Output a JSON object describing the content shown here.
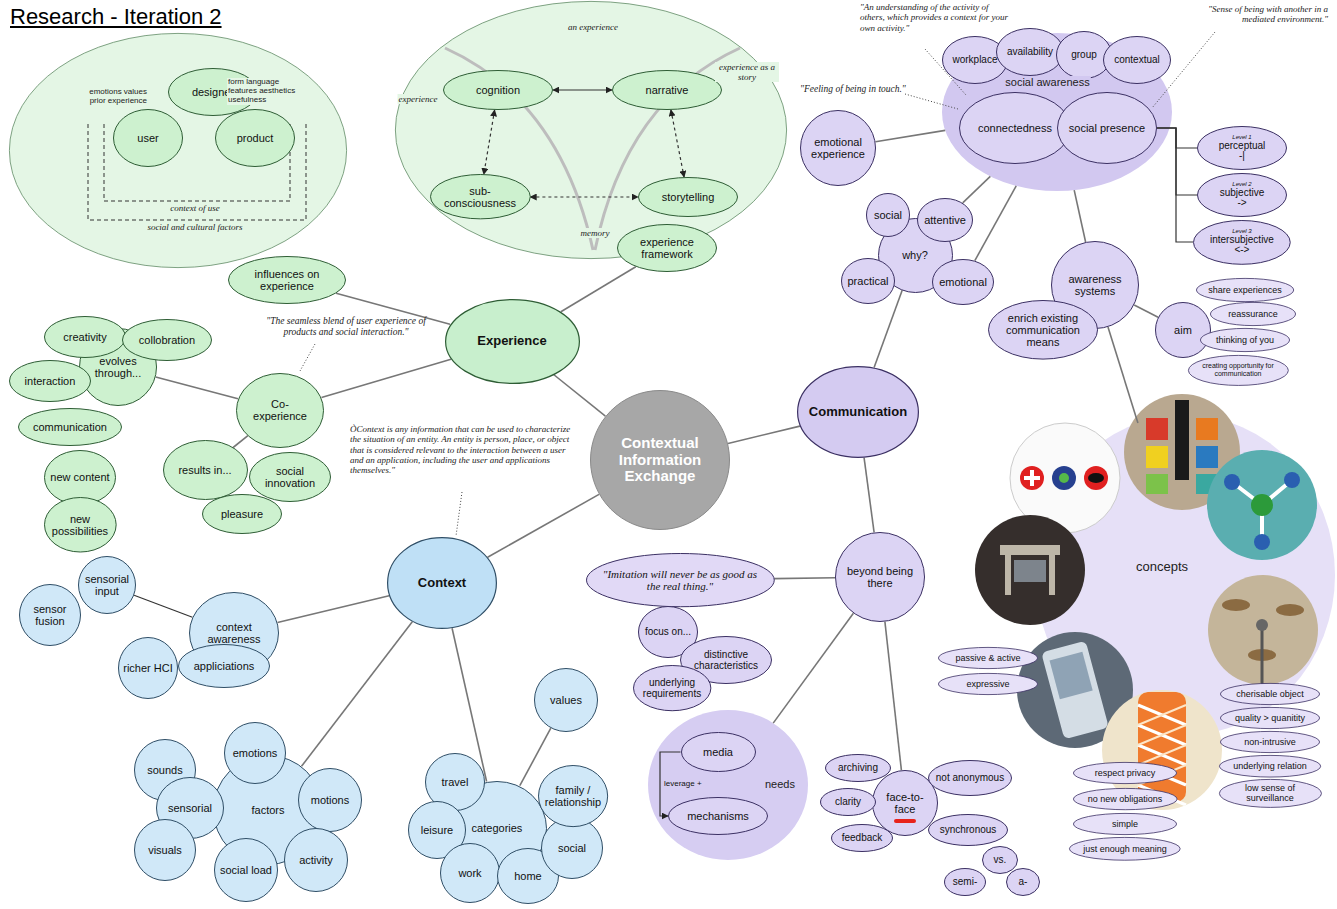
{
  "diagram": {
    "title": "Research - Iteration 2",
    "nodes": [
      {
        "text": [
          "Contextual Information Exchange"
        ]
      },
      {
        "text": [
          "Experience"
        ]
      },
      {
        "text": [
          "emotions values prior experience",
          "form language features aesthetics usefulness",
          "context of use",
          "social and cultural factors"
        ]
      },
      {
        "text": [
          "designer"
        ],
        "in": 2
      },
      {
        "text": [
          "user"
        ],
        "in": 2
      },
      {
        "text": [
          "product"
        ],
        "in": 2
      },
      {
        "text": [
          "influences on experience"
        ]
      },
      {
        "text": [
          "an experience",
          "experience",
          "experience as a story",
          "memory"
        ]
      },
      {
        "text": [
          "cognition"
        ],
        "in": 7
      },
      {
        "text": [
          "narrative"
        ],
        "in": 7
      },
      {
        "text": [
          "sub- consciousness"
        ],
        "in": 7
      },
      {
        "text": [
          "storytelling"
        ],
        "in": 7
      },
      {
        "text": [
          "experience framework"
        ]
      },
      {
        "text": [
          "Co- experience"
        ]
      },
      {
        "text": [
          "evolves through..."
        ]
      },
      {
        "text": [
          "creativity"
        ]
      },
      {
        "text": [
          "collobration"
        ]
      },
      {
        "text": [
          "interaction"
        ]
      },
      {
        "text": [
          "communication"
        ]
      },
      {
        "text": [
          "results in..."
        ]
      },
      {
        "text": [
          "new content"
        ]
      },
      {
        "text": [
          "new possibilities"
        ]
      },
      {
        "text": [
          "social innovation"
        ]
      },
      {
        "text": [
          "pleasure"
        ]
      },
      {
        "text": [
          "Context"
        ]
      },
      {
        "text": [
          "context awareness"
        ]
      },
      {
        "text": [
          "sensorial input"
        ]
      },
      {
        "text": [
          "sensor fusion"
        ]
      },
      {
        "text": [
          "richer HCI"
        ]
      },
      {
        "text": [
          "appliciations"
        ]
      },
      {
        "text": [
          "factors"
        ]
      },
      {
        "text": [
          "emotions"
        ]
      },
      {
        "text": [
          "sounds"
        ]
      },
      {
        "text": [
          "motions"
        ]
      },
      {
        "text": [
          "sensorial"
        ]
      },
      {
        "text": [
          "visuals"
        ]
      },
      {
        "text": [
          "social load"
        ]
      },
      {
        "text": [
          "activity"
        ]
      },
      {
        "text": [
          "categories"
        ]
      },
      {
        "text": [
          "travel"
        ]
      },
      {
        "text": [
          "leisure"
        ]
      },
      {
        "text": [
          "work"
        ]
      },
      {
        "text": [
          "home"
        ]
      },
      {
        "text": [
          "social"
        ]
      },
      {
        "text": [
          "family / relationship"
        ]
      },
      {
        "text": [
          "values"
        ]
      },
      {
        "text": [
          "Communication"
        ]
      },
      {
        "text": [
          "social awareness"
        ]
      },
      {
        "text": [
          "workplace"
        ],
        "in": 47
      },
      {
        "text": [
          "availability"
        ],
        "in": 47
      },
      {
        "text": [
          "group"
        ],
        "in": 47
      },
      {
        "text": [
          "contextual"
        ],
        "in": 47
      },
      {
        "text": [
          "connectedness"
        ],
        "in": 47
      },
      {
        "text": [
          "social presence"
        ],
        "in": 47
      },
      {
        "text": [
          "Level 1",
          "perceptual",
          "-|"
        ]
      },
      {
        "text": [
          "Level 2",
          "subjective",
          "->"
        ]
      },
      {
        "text": [
          "Level 3",
          "intersubjective",
          "<->"
        ]
      },
      {
        "text": [
          "emotional experience"
        ]
      },
      {
        "text": [
          "why?"
        ]
      },
      {
        "text": [
          "social"
        ]
      },
      {
        "text": [
          "attentive"
        ]
      },
      {
        "text": [
          "emotional"
        ]
      },
      {
        "text": [
          "practical"
        ]
      },
      {
        "text": [
          "awareness systems"
        ]
      },
      {
        "text": [
          "enrich existing communication means"
        ]
      },
      {
        "text": [
          "aim"
        ]
      },
      {
        "text": [
          "share experiences"
        ]
      },
      {
        "text": [
          "reassurance"
        ]
      },
      {
        "text": [
          "thinking of you"
        ]
      },
      {
        "text": [
          "creating opportunity for communication"
        ]
      },
      {
        "text": [
          "concepts"
        ]
      },
      {
        "text": [
          "passive & active"
        ]
      },
      {
        "text": [
          "expressive"
        ]
      },
      {
        "text": [
          "cherisable object"
        ]
      },
      {
        "text": [
          "quality > quanitity"
        ]
      },
      {
        "text": [
          "non-intrusive"
        ]
      },
      {
        "text": [
          "underlying relation"
        ]
      },
      {
        "text": [
          "low sense of surveillance"
        ]
      },
      {
        "text": [
          "respect privacy"
        ]
      },
      {
        "text": [
          "no new obligations"
        ]
      },
      {
        "text": [
          "simple"
        ]
      },
      {
        "text": [
          "just enough meaning"
        ]
      },
      {
        "text": [
          "beyond being there"
        ]
      },
      {
        "text": [
          "\"Imitation will never be as good as the real thing.\""
        ]
      },
      {
        "text": [
          "focus on..."
        ]
      },
      {
        "text": [
          "distinctive characteristics"
        ]
      },
      {
        "text": [
          "underlying requirements"
        ]
      },
      {
        "text": [
          "needs"
        ]
      },
      {
        "text": [
          "media"
        ],
        "in": 87
      },
      {
        "text": [
          "mechanisms"
        ],
        "in": 87
      },
      {
        "text": [
          "face-to-face"
        ]
      },
      {
        "text": [
          "archiving"
        ]
      },
      {
        "text": [
          "clarity"
        ]
      },
      {
        "text": [
          "feedback"
        ]
      },
      {
        "text": [
          "not anonymous"
        ]
      },
      {
        "text": [
          "synchronous"
        ]
      },
      {
        "text": [
          "vs."
        ]
      },
      {
        "text": [
          "semi-"
        ]
      },
      {
        "text": [
          "a-"
        ]
      }
    ],
    "edges": [
      {
        "from": 0,
        "to": 1,
        "arrow": "none"
      },
      {
        "from": 0,
        "to": 24,
        "arrow": "none"
      },
      {
        "from": 0,
        "to": 46,
        "arrow": "none"
      },
      {
        "from": 1,
        "to": 6,
        "arrow": "none"
      },
      {
        "from": 1,
        "to": 12,
        "arrow": "none"
      },
      {
        "from": 1,
        "to": 13,
        "arrow": "none"
      },
      {
        "from": 13,
        "to": 14,
        "arrow": "none"
      },
      {
        "from": 13,
        "to": 19,
        "arrow": "none"
      },
      {
        "from": 8,
        "to": 9,
        "arrow": "both"
      },
      {
        "from": 8,
        "to": 10,
        "arrow": "both"
      },
      {
        "from": 9,
        "to": 11,
        "arrow": "both"
      },
      {
        "from": 10,
        "to": 11,
        "arrow": "both"
      },
      {
        "from": 24,
        "to": 25,
        "arrow": "none"
      },
      {
        "from": 26,
        "to": 25,
        "arrow": "none"
      },
      {
        "from": 24,
        "to": 30,
        "arrow": "none"
      },
      {
        "from": 24,
        "to": 38,
        "arrow": "none"
      },
      {
        "from": 38,
        "to": 45,
        "arrow": "none"
      },
      {
        "from": 46,
        "to": 58,
        "arrow": "none"
      },
      {
        "from": 46,
        "to": 82,
        "arrow": "none"
      },
      {
        "from": 47,
        "to": 57,
        "arrow": "none"
      },
      {
        "from": 47,
        "to": 60,
        "arrow": "none"
      },
      {
        "from": 47,
        "to": 61,
        "arrow": "none"
      },
      {
        "from": 47,
        "to": 63,
        "arrow": "none"
      },
      {
        "from": 53,
        "to": 54,
        "arrow": "none"
      },
      {
        "from": 53,
        "to": 55,
        "arrow": "none"
      },
      {
        "from": 53,
        "to": 56,
        "arrow": "none"
      },
      {
        "from": 63,
        "to": 65,
        "arrow": "none"
      },
      {
        "from": 63,
        "to": 70,
        "arrow": "none"
      },
      {
        "from": 82,
        "to": 83,
        "arrow": "none"
      },
      {
        "from": 82,
        "to": 87,
        "arrow": "none"
      },
      {
        "from": 82,
        "to": 90,
        "arrow": "none"
      },
      {
        "from": 88,
        "to": 89,
        "arrow": "to",
        "label": "leverage +"
      }
    ],
    "labels": [
      "\"The seamless blend of user experience of products and social interaction.\"",
      "ÒContext is any information that can be used to characterize the situation of an entity. An entity is person, place, or object that is considered relevant to the interaction between a user and an application, including the user and applications themselves.\"",
      "\"An understanding of the activity of others, which provides a context for your own activity.\"",
      "\"Feeling of being in touch.\"",
      "\"Sense of being with another in a mediated environment.\""
    ]
  }
}
